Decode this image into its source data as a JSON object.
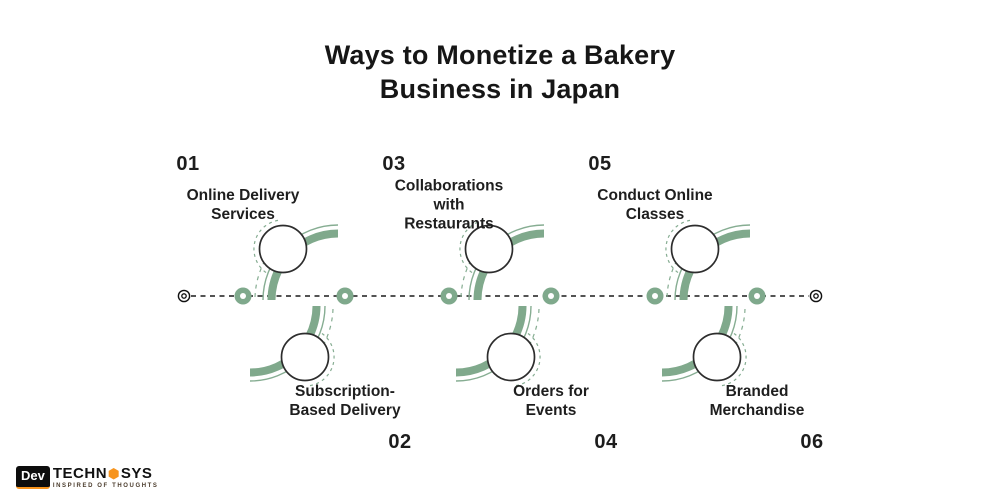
{
  "title": {
    "line1_regular": "Ways to Monetize a ",
    "line1_bold": "Bakery",
    "line2_bold": "Business in Japan"
  },
  "items": [
    {
      "number": "01",
      "label": "Online Delivery Services",
      "label_lines": [
        "Online Delivery",
        "Services"
      ]
    },
    {
      "number": "02",
      "label": "Subscription-Based Delivery",
      "label_lines": [
        "Subscription-",
        "Based Delivery"
      ]
    },
    {
      "number": "03",
      "label": "Collaborations with Restaurants",
      "label_lines": [
        "Collaborations",
        "with",
        "Restaurants"
      ]
    },
    {
      "number": "04",
      "label": "Orders for Events",
      "label_lines": [
        "Orders for",
        "Events"
      ]
    },
    {
      "number": "05",
      "label": "Conduct Online Classes",
      "label_lines": [
        "Conduct Online",
        "Classes"
      ]
    },
    {
      "number": "06",
      "label": "Branded Merchandise",
      "label_lines": [
        "Branded",
        "Merchandise"
      ]
    }
  ],
  "colors": {
    "green": "#86ad92",
    "green_thick": "#80a98c",
    "dark": "#1d1d1d",
    "timeline": "#1a1a1a",
    "orange": "#f7941d"
  },
  "logo": {
    "box_text": "Dev",
    "name_part1": "TECHN",
    "hex_glyph": "⬢",
    "name_part2": "SYS",
    "tagline": "INSPIRED OF THOUGHTS"
  }
}
